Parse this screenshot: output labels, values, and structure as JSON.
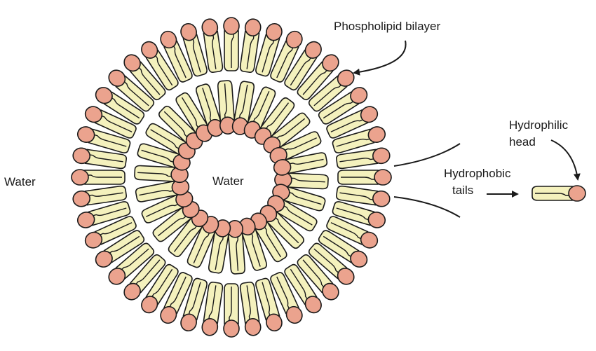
{
  "labels": {
    "bilayer": "Phospholipid bilayer",
    "water_outside": "Water",
    "water_inside": "Water",
    "tails_line1": "Hydrophobic",
    "tails_line2": "tails",
    "head_line1": "Hydrophilic",
    "head_line2": "head"
  },
  "colors": {
    "head": "#eba38e",
    "tail": "#f4f1bd",
    "outline": "#1a1a1a",
    "background": "#ffffff"
  }
}
